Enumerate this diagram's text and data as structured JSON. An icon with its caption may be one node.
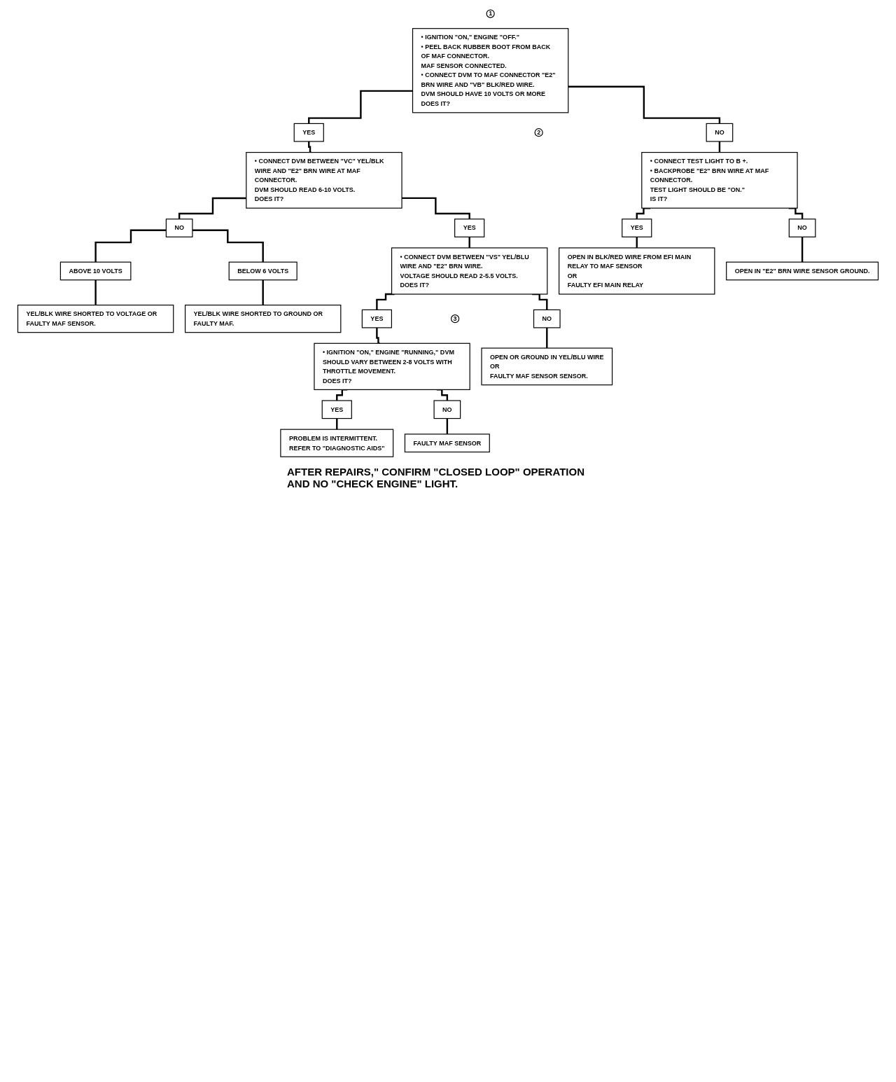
{
  "diagram": {
    "nodes": [
      {
        "text": [
          "1"
        ]
      },
      {
        "text": [
          "• IGNITION \"ON,\" ENGINE \"OFF.\"",
          "• PEEL BACK RUBBER BOOT FROM BACK OF MAF CONNECTOR.",
          "MAF SENSOR CONNECTED.",
          "• CONNECT DVM TO MAF CONNECTOR \"E2\" BRN WIRE AND \"VB\" BLK/RED WIRE.",
          "DVM SHOULD HAVE 10 VOLTS OR MORE",
          "DOES IT?"
        ]
      },
      {
        "text": [
          "YES"
        ]
      },
      {
        "text": [
          "NO"
        ]
      },
      {
        "text": [
          "2"
        ]
      },
      {
        "text": [
          "• CONNECT DVM BETWEEN \"VC\" YEL/BLK WIRE AND \"E2\" BRN WIRE AT MAF CONNECTOR.",
          "DVM SHOULD READ 6-10 VOLTS.",
          "DOES IT?"
        ]
      },
      {
        "text": [
          "• CONNECT TEST LIGHT TO B +.",
          "• BACKPROBE \"E2\" BRN WIRE AT MAF CONNECTOR.",
          "TEST LIGHT SHOULD BE \"ON.\"",
          "IS IT?"
        ]
      },
      {
        "text": [
          "YES"
        ]
      },
      {
        "text": [
          "NO"
        ]
      },
      {
        "text": [
          "YES"
        ]
      },
      {
        "text": [
          "NO"
        ]
      },
      {
        "text": [
          "• CONNECT DVM BETWEEN \"VS\" YEL/BLU WIRE AND \"E2\" BRN WIRE.",
          "VOLTAGE SHOULD READ 2-5.5 VOLTS.",
          "DOES IT?"
        ]
      },
      {
        "text": [
          "ABOVE 10 VOLTS"
        ]
      },
      {
        "text": [
          "BELOW 6 VOLTS"
        ]
      },
      {
        "text": [
          "OPEN IN BLK/RED WIRE FROM EFI MAIN RELAY TO MAF SENSOR",
          "OR",
          "FAULTY EFI MAIN RELAY"
        ]
      },
      {
        "text": [
          "OPEN IN \"E2\" BRN WIRE SENSOR GROUND."
        ]
      },
      {
        "text": [
          "YEL/BLK WIRE SHORTED TO VOLTAGE OR FAULTY MAF SENSOR."
        ]
      },
      {
        "text": [
          "YEL/BLK WIRE SHORTED TO GROUND OR FAULTY MAF."
        ]
      },
      {
        "text": [
          "YES"
        ]
      },
      {
        "text": [
          "NO"
        ]
      },
      {
        "text": [
          "3"
        ]
      },
      {
        "text": [
          "• IGNITION \"ON,\" ENGINE \"RUNNING,\" DVM SHOULD VARY BETWEEN 2-8 VOLTS WITH THROTTLE MOVEMENT.",
          "DOES IT?"
        ]
      },
      {
        "text": [
          "OPEN OR GROUND IN YEL/BLU WIRE",
          "OR",
          "FAULTY MAF SENSOR SENSOR."
        ]
      },
      {
        "text": [
          "YES"
        ]
      },
      {
        "text": [
          "NO"
        ]
      },
      {
        "text": [
          "PROBLEM IS INTERMITTENT.",
          "REFER TO \"DIAGNOSTIC AIDS\""
        ]
      },
      {
        "text": [
          "FAULTY MAF SENSOR"
        ]
      }
    ],
    "edges": [
      {
        "from": 1,
        "to": 2,
        "arrow": "none"
      },
      {
        "from": 1,
        "to": 3,
        "arrow": "none"
      },
      {
        "from": 2,
        "to": 5,
        "arrow": "none"
      },
      {
        "from": 3,
        "to": 6,
        "arrow": "none"
      },
      {
        "from": 5,
        "to": 7,
        "arrow": "none"
      },
      {
        "from": 5,
        "to": 8,
        "arrow": "none"
      },
      {
        "from": 6,
        "to": 9,
        "arrow": "none"
      },
      {
        "from": 6,
        "to": 10,
        "arrow": "none"
      },
      {
        "from": 7,
        "to": 11,
        "arrow": "none"
      },
      {
        "from": 8,
        "to": 12,
        "arrow": "none"
      },
      {
        "from": 8,
        "to": 13,
        "arrow": "none"
      },
      {
        "from": 9,
        "to": 14,
        "arrow": "none"
      },
      {
        "from": 10,
        "to": 15,
        "arrow": "none"
      },
      {
        "from": 12,
        "to": 16,
        "arrow": "none"
      },
      {
        "from": 13,
        "to": 17,
        "arrow": "none"
      },
      {
        "from": 11,
        "to": 18,
        "arrow": "none"
      },
      {
        "from": 11,
        "to": 19,
        "arrow": "none"
      },
      {
        "from": 18,
        "to": 21,
        "arrow": "none"
      },
      {
        "from": 19,
        "to": 22,
        "arrow": "none"
      },
      {
        "from": 21,
        "to": 23,
        "arrow": "none"
      },
      {
        "from": 21,
        "to": 24,
        "arrow": "none"
      },
      {
        "from": 23,
        "to": 25,
        "arrow": "none"
      },
      {
        "from": 24,
        "to": 26,
        "arrow": "none"
      }
    ],
    "labels": [
      "AFTER REPAIRS,\" CONFIRM \"CLOSED LOOP\" OPERATION AND NO \"CHECK ENGINE\" LIGHT."
    ]
  }
}
